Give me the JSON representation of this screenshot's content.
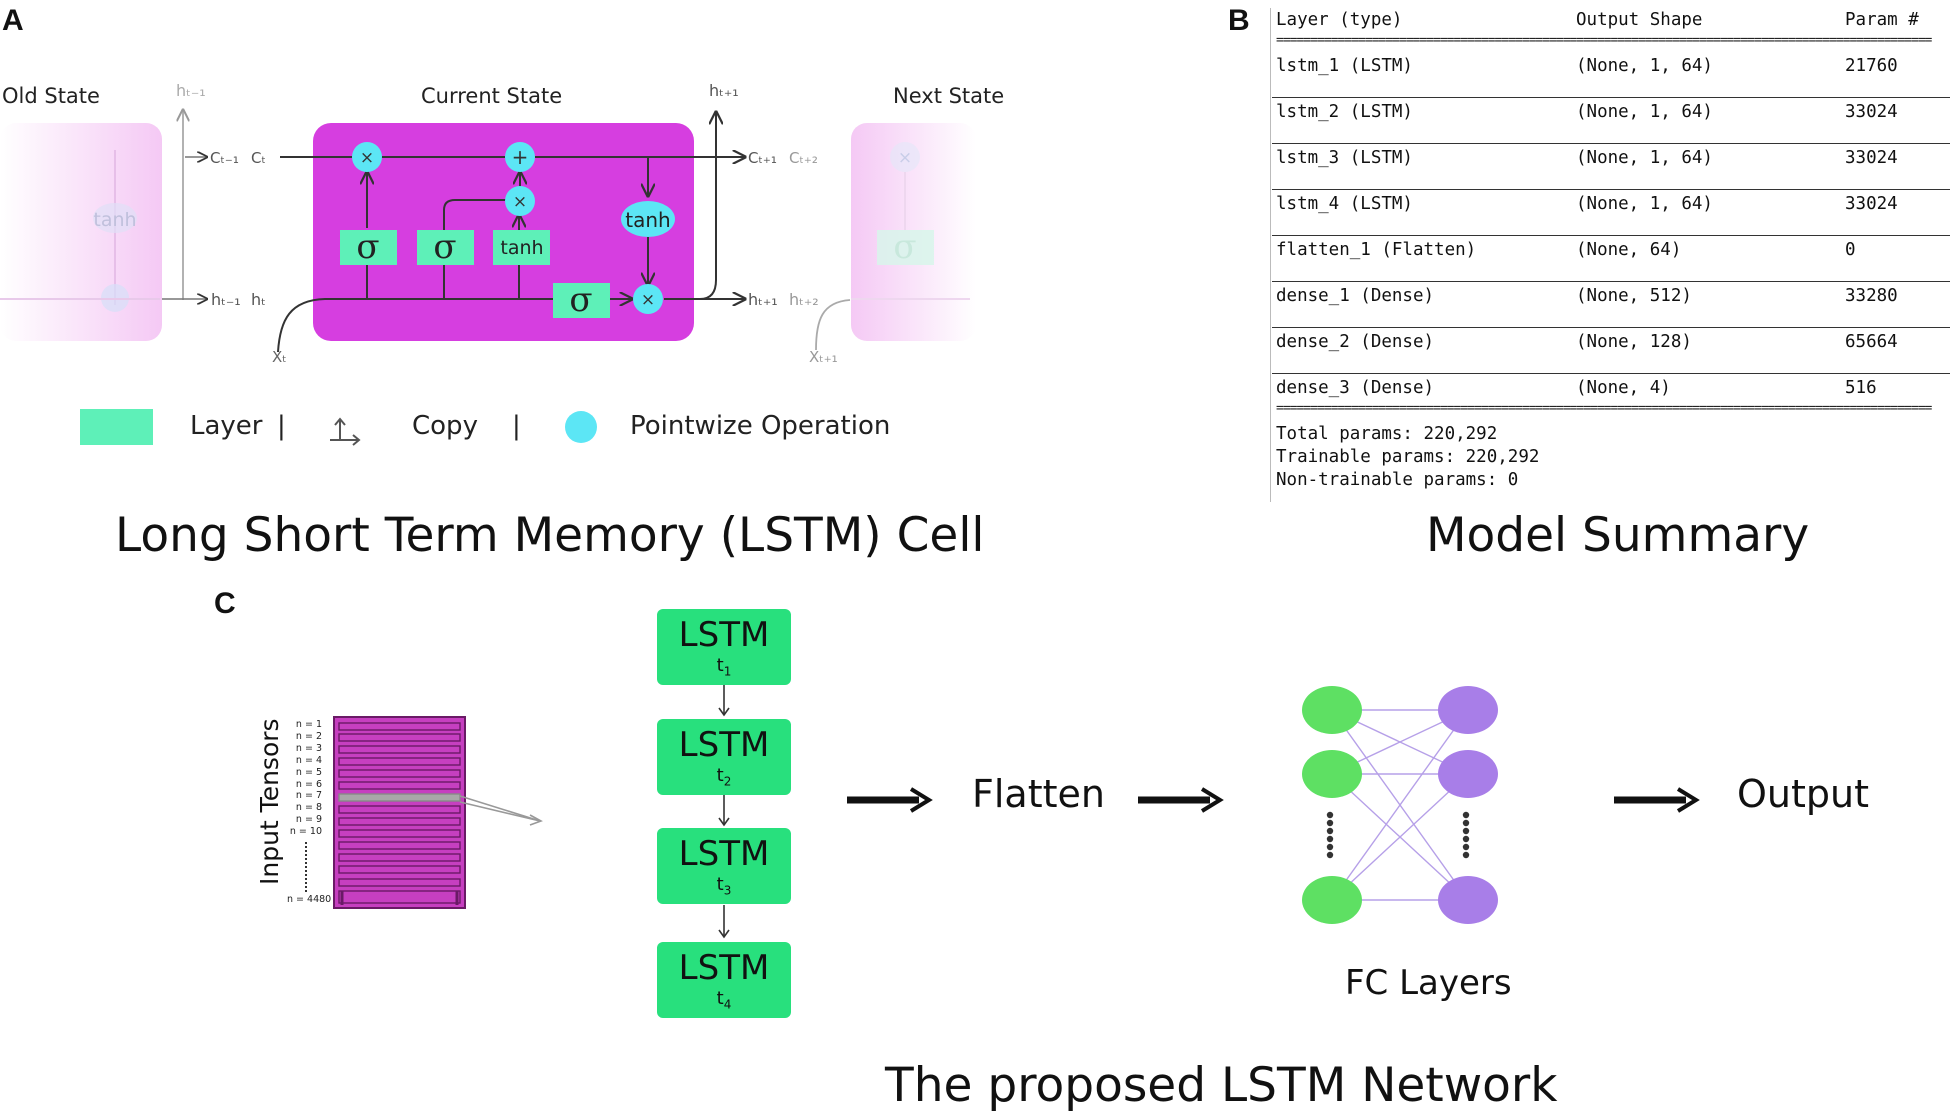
{
  "panel_a": {
    "letter": "A",
    "old_state": "Old State",
    "current_state": "Current State",
    "next_state": "Next State",
    "caption": "Long Short Term Memory (LSTM) Cell",
    "gates": {
      "sigma": "σ",
      "tanh": "tanh",
      "times": "×",
      "plus": "+"
    },
    "signals": {
      "h_prev_top": "hₜ₋₁",
      "c_prev": "Cₜ₋₁",
      "c_t": "Cₜ",
      "h_prev": "hₜ₋₁",
      "h_t": "hₜ",
      "x_t": "Xₜ",
      "h_next_top": "hₜ₊₁",
      "c_next": "Cₜ₊₁",
      "c_next2": "Cₜ₊₂",
      "h_next": "hₜ₊₁",
      "h_next2": "hₜ₊₂",
      "x_next": "Xₜ₊₁"
    },
    "legend": {
      "layer": "Layer",
      "sep": "|",
      "copy": "Copy",
      "pointwise": "Pointwize Operation"
    },
    "colors": {
      "cell": "#d63ee0",
      "layer": "#5ef0b8",
      "pointwise": "#5ce6f5"
    }
  },
  "panel_b": {
    "letter": "B",
    "caption": "Model Summary",
    "headers": [
      "Layer (type)",
      "Output Shape",
      "Param #"
    ],
    "rows": [
      [
        "lstm_1 (LSTM)",
        "(None, 1, 64)",
        "21760"
      ],
      [
        "lstm_2 (LSTM)",
        "(None, 1, 64)",
        "33024"
      ],
      [
        "lstm_3 (LSTM)",
        "(None, 1, 64)",
        "33024"
      ],
      [
        "lstm_4 (LSTM)",
        "(None, 1, 64)",
        "33024"
      ],
      [
        "flatten_1 (Flatten)",
        "(None, 64)",
        "0"
      ],
      [
        "dense_1 (Dense)",
        "(None, 512)",
        "33280"
      ],
      [
        "dense_2 (Dense)",
        "(None, 128)",
        "65664"
      ],
      [
        "dense_3 (Dense)",
        "(None, 4)",
        "516"
      ]
    ],
    "totals": [
      "Total params: 220,292",
      "Trainable params: 220,292",
      "Non-trainable params: 0"
    ]
  },
  "panel_c": {
    "letter": "C",
    "caption": "The proposed LSTM Network",
    "input_label": "Input Tensors",
    "n_labels": [
      "n = 1",
      "n = 2",
      "n = 3",
      "n = 4",
      "n = 5",
      "n = 6",
      "n = 7",
      "n = 8",
      "n = 9",
      "n = 10"
    ],
    "n_last": "n = 4480",
    "lstm_blocks": [
      {
        "label": "LSTM",
        "t": "t",
        "sub": "1"
      },
      {
        "label": "LSTM",
        "t": "t",
        "sub": "2"
      },
      {
        "label": "LSTM",
        "t": "t",
        "sub": "3"
      },
      {
        "label": "LSTM",
        "t": "t",
        "sub": "4"
      }
    ],
    "flatten": "Flatten",
    "fc_layers": "FC Layers",
    "output": "Output",
    "colors": {
      "tensor": "#c63fc0",
      "lstm": "#28e07d",
      "fc_left": "#5ee063",
      "fc_right": "#a87ee8",
      "fc_lines": "#b6a0e8"
    }
  }
}
